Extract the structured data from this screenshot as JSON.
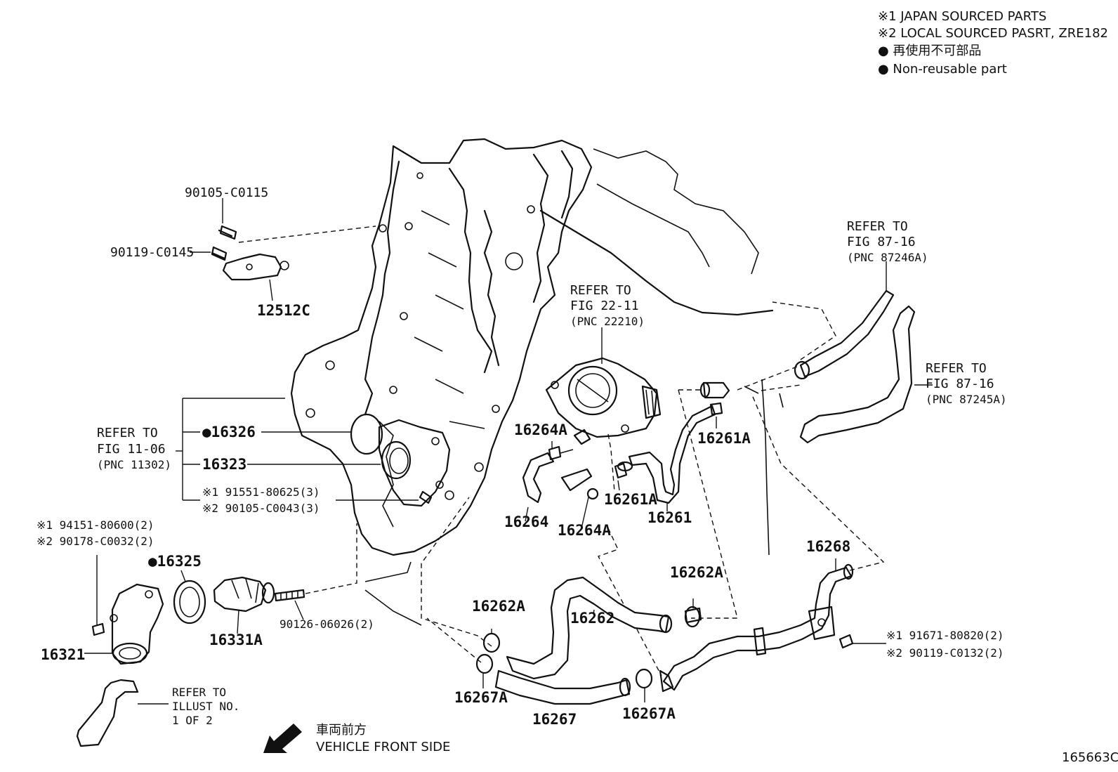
{
  "legend": {
    "line1": "※1 JAPAN SOURCED PARTS",
    "line2": "※2 LOCAL SOURCED PASRT, ZRE182",
    "line3": "● 再使用不可部品",
    "line4": "● Non-reusable part"
  },
  "labels": {
    "p90105_c0115": "90105-C0115",
    "p90119_c0145": "90119-C0145",
    "p12512c": "12512C",
    "refer_fig_11_06_a": "REFER TO",
    "refer_fig_11_06_b": "FIG 11-06",
    "refer_fig_11_06_c": "(PNC 11302)",
    "p16326": "●16326",
    "p16323": "16323",
    "p91551": "※1 91551-80625(3)",
    "p90105_c0043": "※2 90105-C0043(3)",
    "p94151": "※1 94151-80600(2)",
    "p90178": "※2 90178-C0032(2)",
    "p16325": "●16325",
    "p16321": "16321",
    "p16331a": "16331A",
    "p90126": "90126-06026(2)",
    "refer_illust_a": "REFER TO",
    "refer_illust_b": "ILLUST NO.",
    "refer_illust_c": "1 OF 2",
    "front_jp": "車両前方",
    "front_en": "VEHICLE FRONT SIDE",
    "refer_fig_22_11_a": "REFER TO",
    "refer_fig_22_11_b": "FIG 22-11",
    "refer_fig_22_11_c": "(PNC 22210)",
    "p16264a_top": "16264A",
    "p16264": "16264",
    "p16264a_bot": "16264A",
    "p16261a_top": "16261A",
    "p16261a_mid": "16261A",
    "p16261": "16261",
    "refer_fig_87_16_top_a": "REFER TO",
    "refer_fig_87_16_top_b": "FIG 87-16",
    "refer_fig_87_16_top_c": "(PNC 87246A)",
    "refer_fig_87_16_mid_a": "REFER TO",
    "refer_fig_87_16_mid_b": "FIG 87-16",
    "refer_fig_87_16_mid_c": "(PNC 87245A)",
    "p16262a_left": "16262A",
    "p16262": "16262",
    "p16262a_right": "16262A",
    "p16267a_left": "16267A",
    "p16267": "16267",
    "p16267a_right": "16267A",
    "p16268": "16268",
    "p91671": "※1 91671-80820(2)",
    "p90119_c0132": "※2 90119-C0132(2)",
    "figure_code": "165663C"
  }
}
